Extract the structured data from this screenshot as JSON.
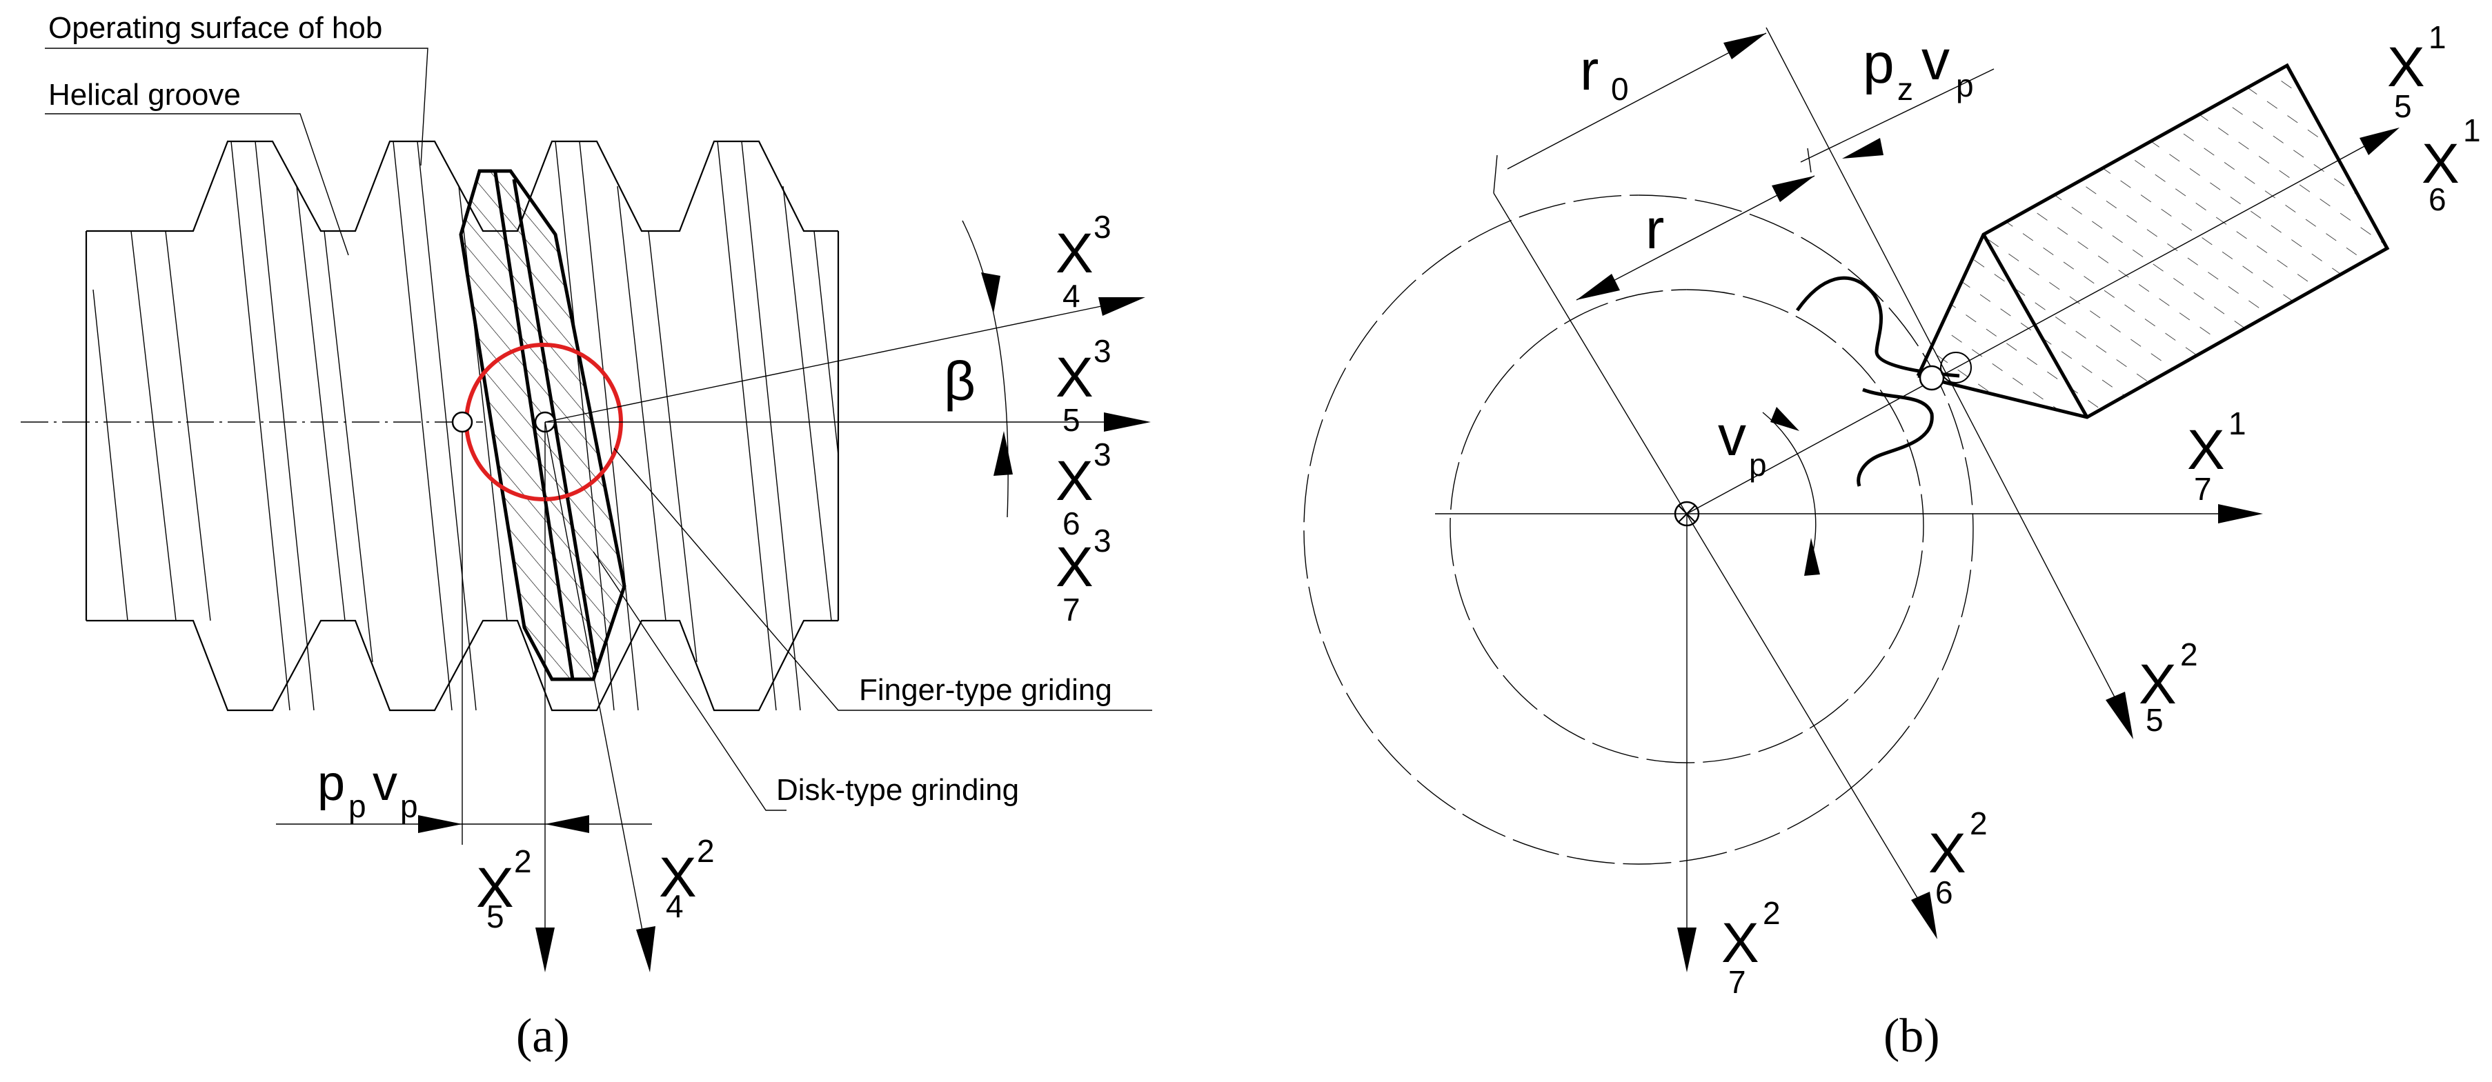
{
  "panel_a": {
    "caption": "(a)",
    "labels": {
      "operating_surface": "Operating surface of hob",
      "helical_groove": "Helical groove",
      "finger_type": "Finger-type griding",
      "disk_type": "Disk-type grinding",
      "beta": "β"
    },
    "feed": {
      "main": "p",
      "sub1": "p",
      "mid": "v",
      "sub2": "p"
    },
    "axes": [
      {
        "id": "x4-3",
        "main": "X",
        "sup": "3",
        "sub": "4"
      },
      {
        "id": "x5-3",
        "main": "X",
        "sup": "3",
        "sub": "5"
      },
      {
        "id": "x6-3",
        "main": "X",
        "sup": "3",
        "sub": "6"
      },
      {
        "id": "x7-3",
        "main": "X",
        "sup": "3",
        "sub": "7"
      },
      {
        "id": "x5-2",
        "main": "X",
        "sup": "2",
        "sub": "5"
      },
      {
        "id": "x4-2",
        "main": "X",
        "sup": "2",
        "sub": "4"
      }
    ]
  },
  "panel_b": {
    "caption": "(b)",
    "labels": {
      "r0_main": "r",
      "r0_sub": "0",
      "r": "r",
      "vp_main": "v",
      "vp_sub": "p"
    },
    "feed": {
      "main": "p",
      "sub1": "z",
      "mid": "v",
      "sub2": "p"
    },
    "axes": [
      {
        "id": "x5-1",
        "main": "X",
        "sup": "1",
        "sub": "5"
      },
      {
        "id": "x6-1",
        "main": "X",
        "sup": "1",
        "sub": "6"
      },
      {
        "id": "x7-1",
        "main": "X",
        "sup": "1",
        "sub": "7"
      },
      {
        "id": "x5-2b",
        "main": "X",
        "sup": "2",
        "sub": "5"
      },
      {
        "id": "x6-2b",
        "main": "X",
        "sup": "2",
        "sub": "6"
      },
      {
        "id": "x7-2b",
        "main": "X",
        "sup": "2",
        "sub": "7"
      }
    ]
  },
  "colors": {
    "line": "#000000",
    "highlight": "#e02020",
    "background": "#ffffff"
  }
}
